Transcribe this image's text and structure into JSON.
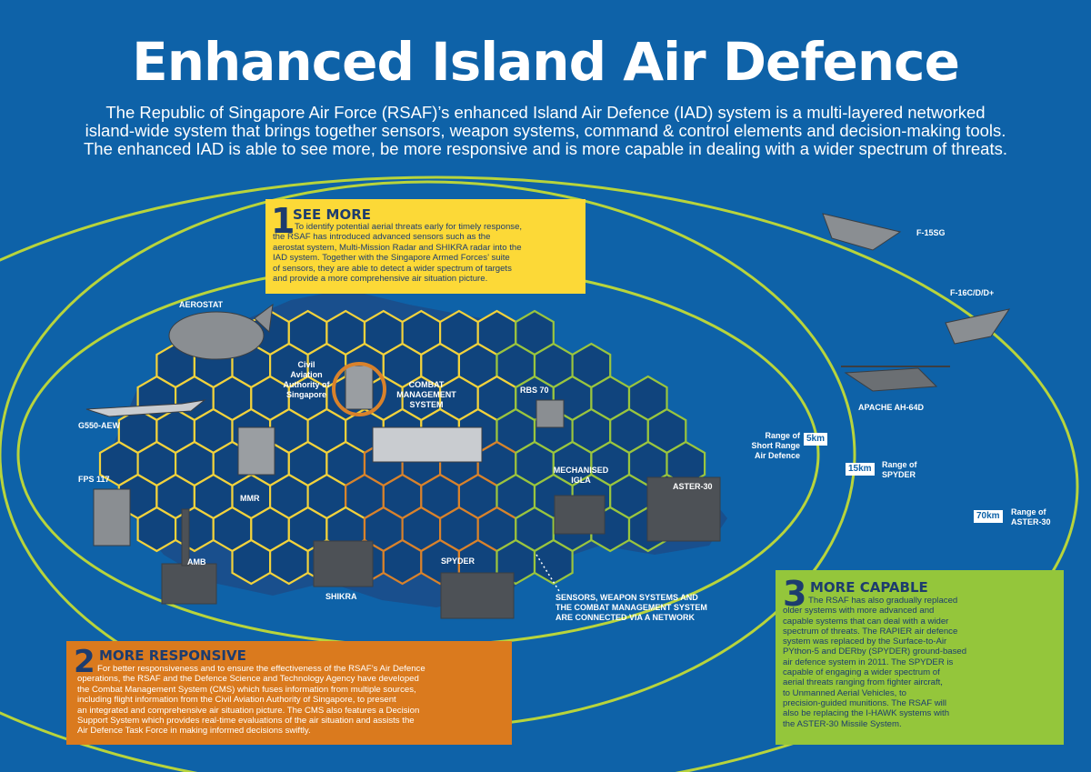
{
  "title": "Enhanced Island Air Defence",
  "intro": [
    "The Republic of Singapore Air Force (RSAF)’s enhanced Island Air Defence (IAD) system is a multi-layered networked",
    "island-wide system that brings together sensors, weapon systems, command & control elements and decision-making tools.",
    "The enhanced IAD is able to see more, be more responsive and is more capable in dealing with a wider spectrum of threats."
  ],
  "sections": {
    "see_more": {
      "number": "1",
      "heading": "SEE MORE",
      "lines": [
        "To identify potential aerial threats early for timely response,",
        "the RSAF has introduced advanced sensors such as the",
        "aerostat system, Multi-Mission Radar and SHIKRA radar into the",
        "IAD system. Together with the Singapore Armed Forces’ suite",
        "of sensors, they are able to detect a wider spectrum of targets",
        "and provide a more comprehensive air situation picture."
      ]
    },
    "more_responsive": {
      "number": "2",
      "heading": "MORE RESPONSIVE",
      "lines": [
        "For better responsiveness and to ensure the effectiveness of the RSAF’s Air Defence",
        "operations, the RSAF and the Defence Science and Technology Agency have developed",
        "the Combat Management System (CMS) which fuses information from multiple sources,",
        "including flight information from the Civil Aviation Authority of Singapore, to present",
        "an integrated and comprehensive air situation picture. The CMS also features a Decision",
        "Support System which provides real-time evaluations of the air situation and assists the",
        "Air Defence Task Force in making informed decisions swiftly."
      ]
    },
    "more_capable": {
      "number": "3",
      "heading": "MORE CAPABLE",
      "lines": [
        "The RSAF has also gradually replaced",
        "older systems with more advanced and",
        "capable systems that can deal with a wider",
        "spectrum of threats. The RAPIER air defence",
        "system was replaced by the Surface-to-Air",
        "PYthon-5 and DERby (SPYDER) ground-based",
        "air defence system in 2011. The SPYDER is",
        "capable of engaging a wider spectrum of",
        "aerial threats ranging from fighter aircraft,",
        "to Unmanned Aerial Vehicles, to",
        "precision-guided munitions. The RSAF will",
        "also be replacing the I-HAWK systems with",
        "the ASTER-30 Missile System."
      ]
    }
  },
  "labels": {
    "aerostat": "AEROSTAT",
    "g550": "G550-AEW",
    "fps117": "FPS 117",
    "mmr": "MMR",
    "amb": "AMB",
    "shikra": "SHIKRA",
    "caas": [
      "Civil",
      "Aviation",
      "Authority of",
      "Singapore"
    ],
    "cms": [
      "COMBAT",
      "MANAGEMENT",
      "SYSTEM"
    ],
    "rbs70": "RBS 70",
    "igla": [
      "MECHANISED",
      "IGLA"
    ],
    "aster30": "ASTER-30",
    "spyder": "SPYDER",
    "network": [
      "SENSORS, WEAPON SYSTEMS AND",
      "THE COMBAT MANAGEMENT SYSTEM",
      "ARE CONNECTED VIA A NETWORK"
    ],
    "f15": "F-15SG",
    "f16": "F-16C/D/D+",
    "apache": "APACHE AH-64D"
  },
  "ranges": {
    "short": {
      "value": "5km",
      "caption": [
        "Range of",
        "Short Range",
        "Air Defence"
      ]
    },
    "spyder": {
      "value": "15km",
      "caption": [
        "Range of",
        "SPYDER"
      ]
    },
    "aster": {
      "value": "70km",
      "caption": [
        "Range of",
        "ASTER-30"
      ]
    }
  },
  "colors": {
    "background": "#0e62a8",
    "hex_yellow": "#f2d23c",
    "hex_orange": "#d9822b",
    "hex_green": "#9ac53e",
    "ring": "#b8d43c",
    "see_more": "#fcd937",
    "more_responsive": "#da7a1e",
    "more_capable": "#94c63b"
  }
}
